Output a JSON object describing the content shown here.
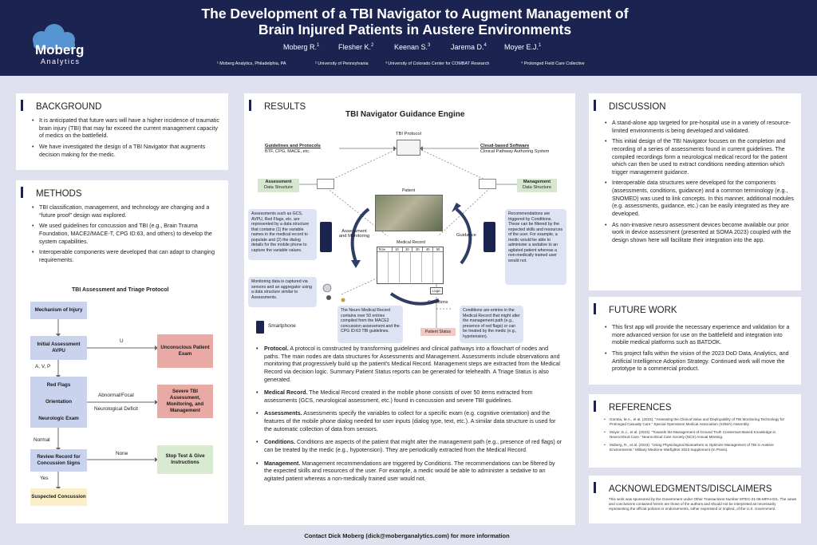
{
  "header": {
    "logo_text_1": "Moberg",
    "logo_text_2": "Analytics",
    "title_line1": "The Development of a TBI Navigator to Augment Management of",
    "title_line2": "Brain Injured Patients in Austere Environments",
    "authors": [
      "Moberg R.",
      "Flesher K.",
      "Keenan S.",
      "Jarema D.",
      "Moyer E.J."
    ],
    "author_sup": [
      "1",
      "2",
      "3",
      "4",
      "1"
    ],
    "affiliations": [
      "¹ Moberg Analytics, Philadelphia, PA",
      "² University of Pennsylvania",
      "³ University of Colorado Center for COMBAT Research",
      "⁴ Prolonged Field Care Collective"
    ],
    "colors": {
      "header_bg": "#1b2350",
      "page_bg": "#dfe2ee"
    }
  },
  "background": {
    "title": "BACKGROUND",
    "bullets": [
      "It is anticipated that future wars will have a higher incidence of traumatic brain injury (TBI) that may far exceed the current management capacity of medics on the battlefield.",
      "We have investigated the design of a TBI Navigator that augments decision making for the medic."
    ]
  },
  "methods": {
    "title": "METHODS",
    "bullets": [
      "TBI classification, management, and technology are changing and a “future proof” design was explored.",
      "We used guidelines for concussion and TBI (e.g., Brain Trauma Foundation, MACE2/MACE-T, CPG ID:63, and others) to develop the system capabilities.",
      "Interoperable components were developed that can adapt to changing requirements."
    ]
  },
  "protocol": {
    "title": "TBI Assessment and Triage Protocol",
    "mechanism": "Mechanism of Injury",
    "initial": "Initial Assessment AVPU",
    "red1": "Red Flags",
    "red2": "Orientation",
    "red3": "Neurologic Exam",
    "review": "Review Record for Concussion Signs",
    "suspected": "Suspected Concussion",
    "unconscious": "Unconscious Patient Exam",
    "severe": "Severe TBI Assessment, Monitoring, and Management",
    "stop": "Stop Test & Give Instructions",
    "lbl_u": "U",
    "lbl_avp": "A, V, P",
    "lbl_abn": "Abnormal/Focal",
    "lbl_neuro": "Neurological Deficit",
    "lbl_normal": "Normal",
    "lbl_none": "None",
    "lbl_yes": "Yes"
  },
  "results": {
    "title": "RESULTS",
    "engine_title": "TBI Navigator Guidance Engine",
    "tbi_protocol": "TBI Protocol",
    "guidelines_t": "Guidelines and Protocols",
    "guidelines_s": "BTF, CPG, MACE, etc.",
    "cloud_t": "Cloud-based Software",
    "cloud_s": "Clinical Pathway Authoring System",
    "assess_ds1": "Assessment",
    "assess_ds2": "Data Structure",
    "mgmt_ds1": "Management",
    "mgmt_ds2": "Data Structure",
    "patient": "Patient",
    "assess_mon": "Assessment and Monitoring",
    "guidance": "Guidance",
    "medical_record": "Medical Record",
    "mr_cols": [
      "Time",
      "10",
      "20",
      "30",
      "40",
      "50"
    ],
    "logic": "Logic",
    "conditions": "Conditions",
    "patient_status": "Patient Status",
    "smartphone": "Smartphone",
    "note_assess": "Assessments such as GCS, AVPU, Red Flags, etc. are represented by a data structure that contains (1) the variable names in the medical record to populate and (2) the dialog details for the mobile phone to capture the variable values.",
    "note_monitor": "Monitoring data is captured via sensors and an aggregator using a data structure similar to Assessments.",
    "note_neuro": "The Neuro Medical Record contains over 50 entries compiled from the MACE2 concussion assessment and the CPG ID:63 TBI guidelines.",
    "note_reco": "Recommendations are triggered by Conditions. These can be filtered by the expected skills and resources of the user. For example, a medic would be able to administer a sedative to an agitated patient whereas a non-medically trained user would not.",
    "note_cond": "Conditions are entries in the Medical Record that might alter the management path (e.g., presence of red flags) or can be treated by the medic (e.g., hypotension).",
    "bullets": [
      {
        "k": "Protocol.",
        "t": " A protocol is constructed by transforming guidelines and clinical pathways into a flowchart of nodes and paths. The main nodes are data structures for Assessments and Management. Assessments include observations and monitoring that progressively build up the patient’s Medical Record. Management steps are extracted from the Medical Record via decision logic. Summary Patient Status reports can be generated for telehealth. A Triage Status is also generated."
      },
      {
        "k": "Medical Record.",
        "t": " The Medical Record created in the mobile phone consists of over 50 items extracted from assessments (GCS, neurological assessment, etc.) found in concussion and severe TBI guidelines."
      },
      {
        "k": "Assessments.",
        "t": " Assessments specify the variables to collect for a specific exam (e.g. cognitive orientation) and the features of the mobile phone dialog needed for user inputs (dialog type, text, etc.). A similar data structure is used for the automatic collection of data from sensors."
      },
      {
        "k": "Conditions.",
        "t": " Conditions are aspects of the patient that might alter the management path (e.g., presence of red flags) or can be treated by the medic (e.g., hypotension). They are periodically extracted from the Medical Record."
      },
      {
        "k": "Management.",
        "t": " Management recommendations are triggered by Conditions. The recommendations can be filtered by the expected skills and resources of the user. For example, a medic would be able to administer a sedative to an agitated patient whereas a non-medically trained user would not."
      }
    ]
  },
  "discussion": {
    "title": "DISCUSSION",
    "bullets": [
      "A stand-alone app targeted for pre-hospital use in a variety of resource-limited environments is being developed and validated.",
      "This initial design of the TBI Navigator focuses on the completion and recording of a series of assessments found in current guidelines. The compiled recordings form a neurological medical record for the patient which can then be used to extract conditions needing attention which trigger management guidance.",
      "Interoperable data structures were developed for the components (assessments, conditions, guidance) and a common terminology (e.g., SNOMED) was used to link concepts. In this manner, additional modules (e.g. assessments, guidance, etc.) can be easily integrated as they are developed.",
      "As non-invasive neuro assessment devices become available our prior work in device assessment (presented at SOMA 2023) coupled with the design shown here will facilitate their integration into the app."
    ]
  },
  "future": {
    "title": "FUTURE WORK",
    "bullets": [
      "This first app will provide the necessary experience and validation for a more advanced version for use on the battlefield and integration into mobile medical platforms such as BATDOK.",
      "This project falls within the vision of the 2023 DoD Data, Analytics, and Artificial Intelligence Adoption Strategy. Continued work will move the prototype to a commercial product."
    ]
  },
  "references": {
    "title": "REFERENCES",
    "items": [
      "Gomba, M.A., et al. (2023). “Assessing the Clinical Value and Deployability of TBI Monitoring Technology for Prolonged Casualty Care.” Special Operations Medical Association (SOMA) Assembly.",
      "Moyer, E.J., et al. (2023). “Towards the Management of Ground Truth Consensus-Based Knowledge in Neurocritical Care.” Neurocritical Care Society (NCS) Annual Meeting.",
      "Moberg, R., et al. (2023). “Using Physiological Biomarkers to Optimize Management of TBI in Austere Environments.” Military Medicine Warfighter 2023 Supplement (In Press)."
    ]
  },
  "ack": {
    "title": "ACKNOWLEDGMENTS/DISCLAIMERS",
    "text": "This work was sponsored by the Government under Other Transactions Number MTEC-21-06-MPAI-021. The views and conclusions contained herein are those of the authors and should not be interpreted as necessarily representing the official policies or endorsements, either expressed or implied, of the U.S. Government."
  },
  "footer": {
    "contact": "Contact Dick Moberg (dick@moberganalytics.com) for more information"
  }
}
